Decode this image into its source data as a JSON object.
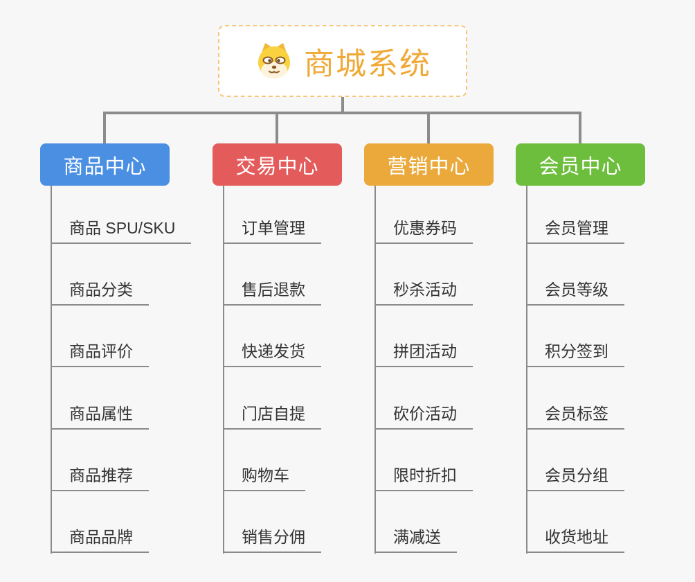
{
  "root": {
    "title": "商城系统",
    "icon": "doge-icon"
  },
  "branches": [
    {
      "label": "商品中心",
      "color": "#4a8fe2",
      "items": [
        "商品 SPU/SKU",
        "商品分类",
        "商品评价",
        "商品属性",
        "商品推荐",
        "商品品牌"
      ]
    },
    {
      "label": "交易中心",
      "color": "#e45b5b",
      "items": [
        "订单管理",
        "售后退款",
        "快递发货",
        "门店自提",
        "购物车",
        "销售分佣"
      ]
    },
    {
      "label": "营销中心",
      "color": "#eba93c",
      "items": [
        "优惠券码",
        "秒杀活动",
        "拼团活动",
        "砍价活动",
        "限时折扣",
        "满减送"
      ]
    },
    {
      "label": "会员中心",
      "color": "#6cbe3c",
      "items": [
        "会员管理",
        "会员等级",
        "积分签到",
        "会员标签",
        "会员分组",
        "收货地址"
      ]
    }
  ],
  "colors": {
    "background": "#f7f7f7",
    "connector": "#8c8c8c",
    "root_accent": "#f0a937",
    "root_border": "#f6c77b",
    "leaf_text": "#333333"
  }
}
